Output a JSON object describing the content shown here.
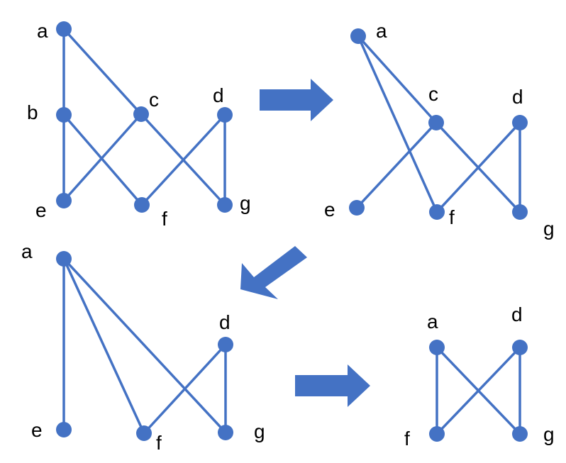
{
  "colors": {
    "node": "#4472C4",
    "edge": "#4472C4",
    "arrow": "#4472C4",
    "label": "#000000"
  },
  "graphs": [
    {
      "nodes": [
        "a",
        "b",
        "c",
        "d",
        "e",
        "f",
        "g"
      ],
      "edges": [
        [
          "a",
          "b"
        ],
        [
          "a",
          "c"
        ],
        [
          "b",
          "e"
        ],
        [
          "b",
          "f"
        ],
        [
          "c",
          "e"
        ],
        [
          "c",
          "g"
        ],
        [
          "d",
          "f"
        ],
        [
          "d",
          "g"
        ]
      ]
    },
    {
      "nodes": [
        "a",
        "c",
        "d",
        "e",
        "f",
        "g"
      ],
      "edges": [
        [
          "a",
          "c"
        ],
        [
          "a",
          "f"
        ],
        [
          "c",
          "e"
        ],
        [
          "c",
          "g"
        ],
        [
          "d",
          "f"
        ],
        [
          "d",
          "g"
        ]
      ]
    },
    {
      "nodes": [
        "a",
        "d",
        "e",
        "f",
        "g"
      ],
      "edges": [
        [
          "a",
          "e"
        ],
        [
          "a",
          "f"
        ],
        [
          "a",
          "g"
        ],
        [
          "d",
          "f"
        ],
        [
          "d",
          "g"
        ]
      ]
    },
    {
      "nodes": [
        "a",
        "d",
        "f",
        "g"
      ],
      "edges": [
        [
          "a",
          "f"
        ],
        [
          "a",
          "g"
        ],
        [
          "d",
          "f"
        ],
        [
          "d",
          "g"
        ]
      ]
    }
  ],
  "arrows": [
    "right-arrow",
    "down-left-arrow",
    "right-arrow"
  ]
}
